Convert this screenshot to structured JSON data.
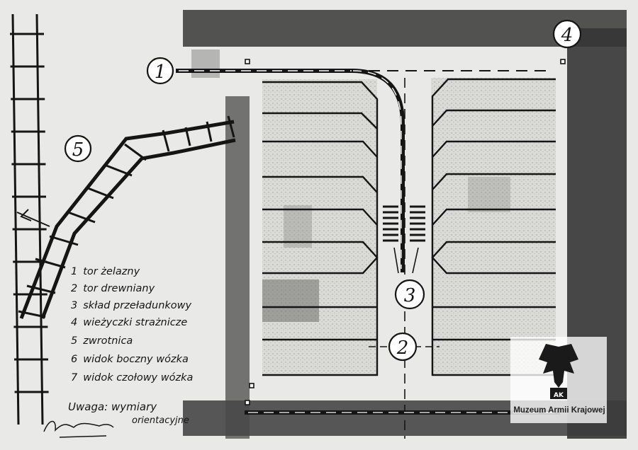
{
  "markers": {
    "m1": "1",
    "m2": "2",
    "m3": "3",
    "m4": "4",
    "m5": "5"
  },
  "legend": [
    {
      "num": "1",
      "text": "tor żelazny"
    },
    {
      "num": "2",
      "text": "tor drewniany"
    },
    {
      "num": "3",
      "text": "skład przeładunkowy"
    },
    {
      "num": "4",
      "text": "wieżyczki strażnicze"
    },
    {
      "num": "5",
      "text": "zwrotnica"
    },
    {
      "num": "6",
      "text": "widok boczny wózka"
    },
    {
      "num": "7",
      "text": "widok czołowy wózka"
    }
  ],
  "note": {
    "line1": "Uwaga: wymiary",
    "line2": "orientacyjne"
  },
  "watermark": {
    "badge": "AK",
    "text": "Muzeum Armii Krajowej"
  },
  "colors": {
    "paper": "#e9e9e7",
    "ink": "#151515",
    "shade": "#3a3a3a"
  }
}
